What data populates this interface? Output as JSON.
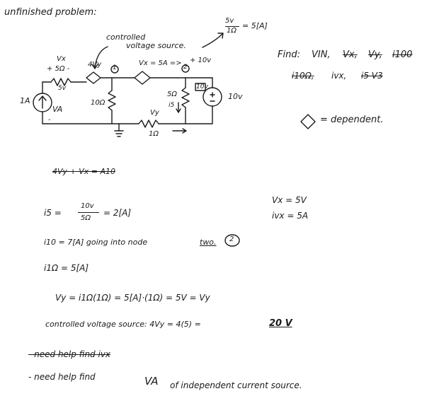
{
  "title": "unfinished problem:",
  "circuit": {
    "callout_controlled": "controlled",
    "callout_voltage_source": "voltage source.",
    "callout_ratio_num": "5v",
    "callout_ratio_den": "1Ω",
    "callout_ratio_result": "= 5[A]",
    "vx_label": "Vx",
    "vx_pol": "+ 5Ω -",
    "vx_val": "5v",
    "src_1a": "1A",
    "va_label": "VA",
    "dep_v_label": "4Vy",
    "node1": "1",
    "node2": "2",
    "dep_i_label": "Vx = 5A =>",
    "plus10": "+ 10v",
    "res10": "10Ω",
    "res5": "5Ω",
    "i5": "i5",
    "ten_v_small": "10v",
    "ten_v_src": "10v",
    "vy_label": "Vy",
    "res1": "1Ω",
    "ground_pol": "-"
  },
  "find": {
    "label": "Find:",
    "vin": "VIN,",
    "vx_struck": "Vx,",
    "vy_struck": "Vy,",
    "i100_struck": "i100",
    "i10_struck": "i10Ω,",
    "ivx": "ivx,",
    "i5_struck": "i5 V3"
  },
  "legend": {
    "text": "= dependent."
  },
  "struck_line": "4Vy + Vx = A10",
  "values": {
    "vx": "Vx = 5V",
    "ivx": "ivx = 5A"
  },
  "work": {
    "i5_lhs": "i5 =",
    "i5_num": "10v",
    "i5_den": "5Ω",
    "i5_rhs": "= 2[A]",
    "i10": "i10 = 7[A] going into node",
    "i10_two": "two.",
    "i10_circle": "2",
    "i1": "i1Ω = 5[A]",
    "vy": "Vy = i1Ω(1Ω) = 5[A]·(1Ω) = 5V = Vy",
    "cvs_label": "controlled voltage source: 4Vy = 4(5) =",
    "cvs_result": "20 V"
  },
  "notes": {
    "struck": "- need help find ivx",
    "need": "- need help find",
    "va": "VA",
    "rest": "of independent current source."
  }
}
